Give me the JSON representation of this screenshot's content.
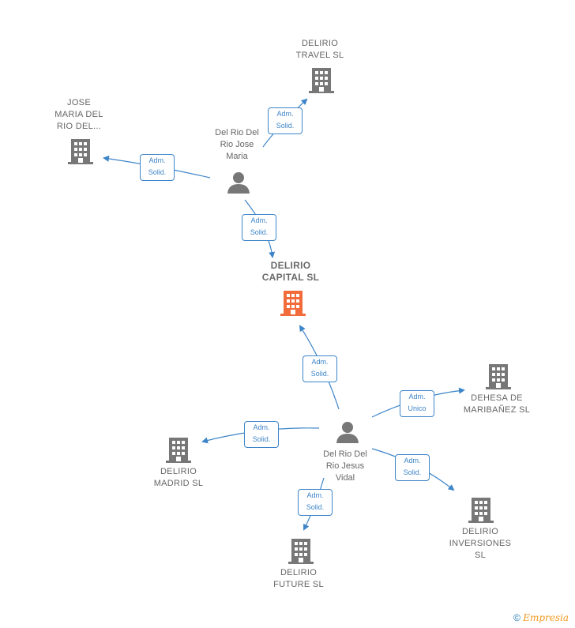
{
  "companies": {
    "capital": {
      "label1": "DELIRIO",
      "label2": "CAPITAL  SL",
      "color": "#f26b3a"
    },
    "travel": {
      "label1": "DELIRIO",
      "label2": "TRAVEL  SL"
    },
    "jose_company": {
      "label1": "JOSE",
      "label2": "MARIA DEL",
      "label3": "RIO DEL..."
    },
    "dehesa": {
      "label1": "DEHESA DE",
      "label2": "MARIBAÑEZ SL"
    },
    "madrid": {
      "label1": "DELIRIO",
      "label2": "MADRID  SL"
    },
    "inversiones": {
      "label1": "DELIRIO",
      "label2": "INVERSIONES",
      "label3": "SL"
    },
    "future": {
      "label1": "DELIRIO",
      "label2": "FUTURE  SL"
    }
  },
  "persons": {
    "jose": {
      "line1": "Del Rio Del",
      "line2": "Rio Jose",
      "line3": "Maria"
    },
    "jesus": {
      "line1": "Del Rio Del",
      "line2": "Rio Jesus",
      "line3": "Vidal"
    }
  },
  "relations": {
    "r1": {
      "l1": "Adm.",
      "l2": "Solid."
    },
    "r2": {
      "l1": "Adm.",
      "l2": "Solid."
    },
    "r3": {
      "l1": "Adm.",
      "l2": "Solid."
    },
    "r4": {
      "l1": "Adm.",
      "l2": "Solid."
    },
    "r5": {
      "l1": "Adm.",
      "l2": "Unico"
    },
    "r6": {
      "l1": "Adm.",
      "l2": "Solid."
    },
    "r7": {
      "l1": "Adm.",
      "l2": "Solid."
    },
    "r8": {
      "l1": "Adm.",
      "l2": "Solid."
    }
  },
  "colors": {
    "edge": "#3d85c8",
    "building": "#777777",
    "person": "#777777"
  },
  "footer": {
    "copyright": "©",
    "brand": "Empresia"
  }
}
